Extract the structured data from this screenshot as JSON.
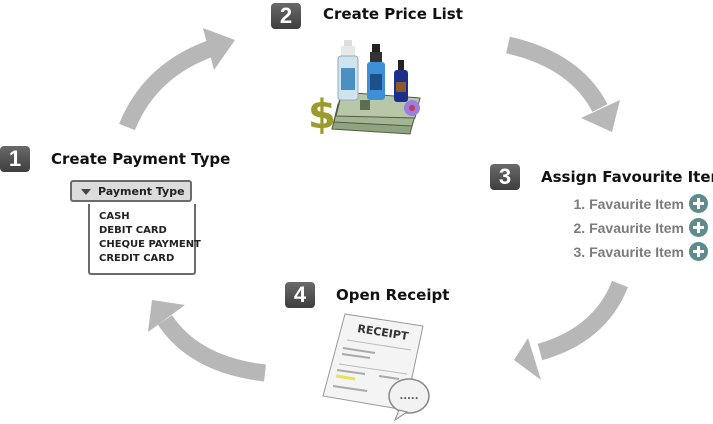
{
  "steps": [
    {
      "number": "1",
      "title": "Create Payment Type"
    },
    {
      "number": "2",
      "title": "Create Price List"
    },
    {
      "number": "3",
      "title": "Assign Favourite Item"
    },
    {
      "number": "4",
      "title": "Open Receipt"
    }
  ],
  "payment_dropdown": {
    "label": "Payment Type",
    "options": [
      "CASH",
      "DEBIT CARD",
      "CHEQUE PAYMENT",
      "CREDIT CARD"
    ]
  },
  "favourite_items": [
    {
      "label": "1. Favaurite Item",
      "icon": "plus-circle-icon"
    },
    {
      "label": "2. Favaurite Item",
      "icon": "plus-circle-icon"
    },
    {
      "label": "3. Favaurite Item",
      "icon": "plus-circle-icon"
    }
  ],
  "receipt": {
    "heading": "RECEIPT",
    "bubble": "....."
  },
  "price_list_image": {
    "currency_symbol": "$"
  },
  "colors": {
    "arrow": "#b7b7b7",
    "badge": "#4f4f4f",
    "plus_icon": "#5f8a8e",
    "fav_text": "#7b7b7b"
  }
}
